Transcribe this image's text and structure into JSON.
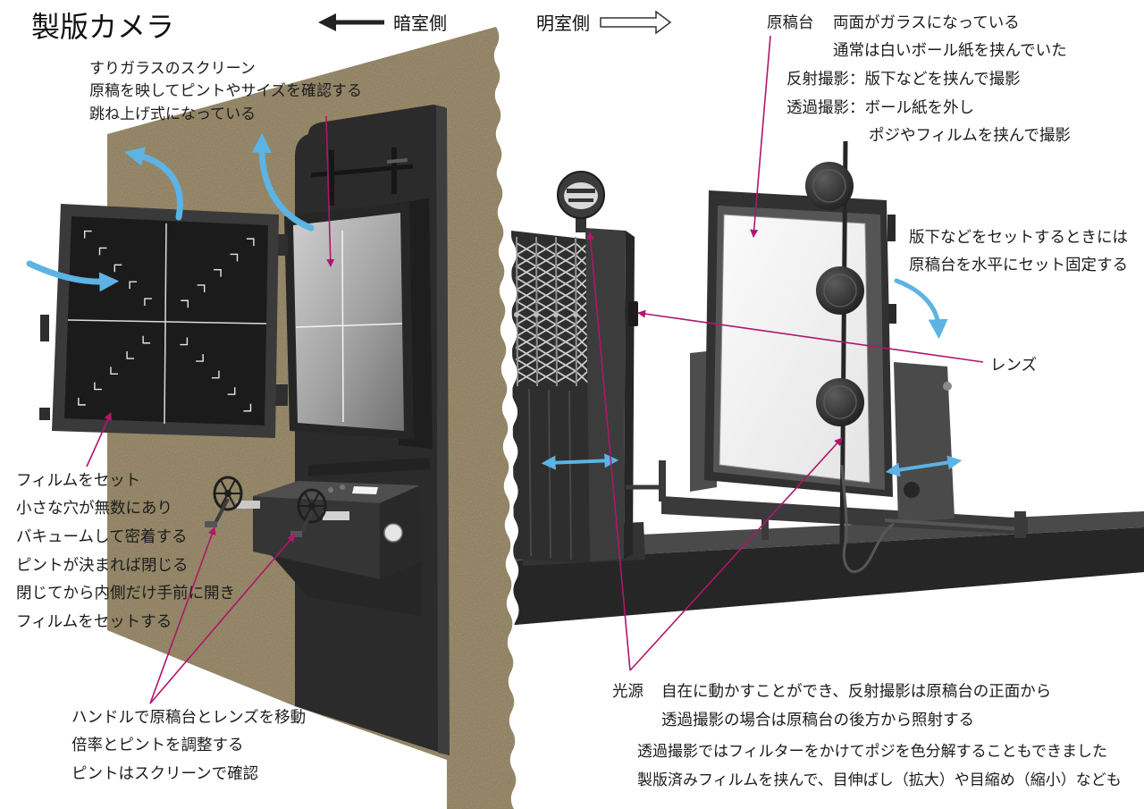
{
  "title": "製版カメラ",
  "direction": {
    "darkroom_label": "暗室側",
    "lightroom_label": "明室側"
  },
  "annotations": {
    "screen": [
      "すりガラスのスクリーン",
      "原稿を映してピントやサイズを確認する",
      "跳ね上げ式になっている"
    ],
    "film": [
      "フィルムをセット",
      "小さな穴が無数にあり",
      "バキュームして密着する",
      "ピントが決まれば閉じる",
      "閉じてから内側だけ手前に開き",
      "フィルムをセットする"
    ],
    "handle": [
      "ハンドルで原稿台とレンズを移動",
      "倍率とピントを調整する",
      "ピントはスクリーンで確認"
    ],
    "copyboard": {
      "label": "原稿台",
      "lines": [
        "両面がガラスになっている",
        "通常は白いボール紙を挟んでいた",
        "反射撮影：版下などを挟んで撮影",
        "透過撮影：ボール紙を外し",
        "ポジやフィルムを挟んで撮影"
      ]
    },
    "copyboard_tilt": [
      "版下などをセットするときには",
      "原稿台を水平にセット固定する"
    ],
    "lens": "レンズ",
    "light_source": {
      "label": "光源",
      "lines": [
        "自在に動かすことができ、反射撮影は原稿台の正面から",
        "透過撮影の場合は原稿台の後方から照射する"
      ]
    },
    "notes": [
      "透過撮影ではフィルターをかけてポジを色分解することもできました",
      "製版済みフィルムを挟んで、目伸ばし（拡大）や目縮め（縮小）なども"
    ]
  },
  "colors": {
    "wall": "#8b7a50",
    "leader_line": "#b0166b",
    "motion_arrow": "#5cb3e4",
    "machine_body": "#2b2b2b"
  }
}
